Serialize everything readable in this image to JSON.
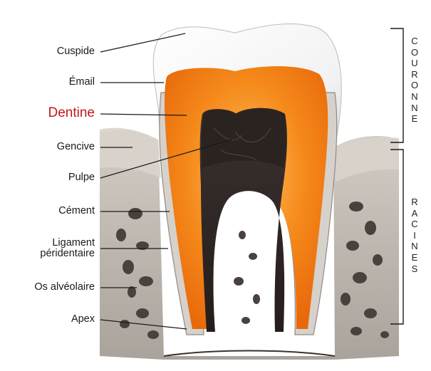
{
  "diagram": {
    "labels": [
      {
        "id": "cuspide",
        "text": "Cuspide"
      },
      {
        "id": "email",
        "text": "Émail"
      },
      {
        "id": "dentine",
        "text": "Dentine"
      },
      {
        "id": "gencive",
        "text": "Gencive"
      },
      {
        "id": "pulpe",
        "text": "Pulpe"
      },
      {
        "id": "cement",
        "text": "Cément"
      },
      {
        "id": "ligament_line1",
        "text": "Ligament"
      },
      {
        "id": "ligament_line2",
        "text": "péridentaire"
      },
      {
        "id": "os",
        "text": "Os alvéolaire"
      },
      {
        "id": "apex",
        "text": "Apex"
      }
    ],
    "regions": {
      "crown": "COURONNE",
      "roots": "RACINES"
    },
    "colors": {
      "highlight_label": "#c0161b",
      "dentine": "#f07a12",
      "dentine_light": "#f9a13a",
      "enamel": "#ffffff",
      "pulp": "#2b2320",
      "bone": "#b7b2ab",
      "gum": "#cfc8c0",
      "ink": "#1a1a1a"
    }
  }
}
